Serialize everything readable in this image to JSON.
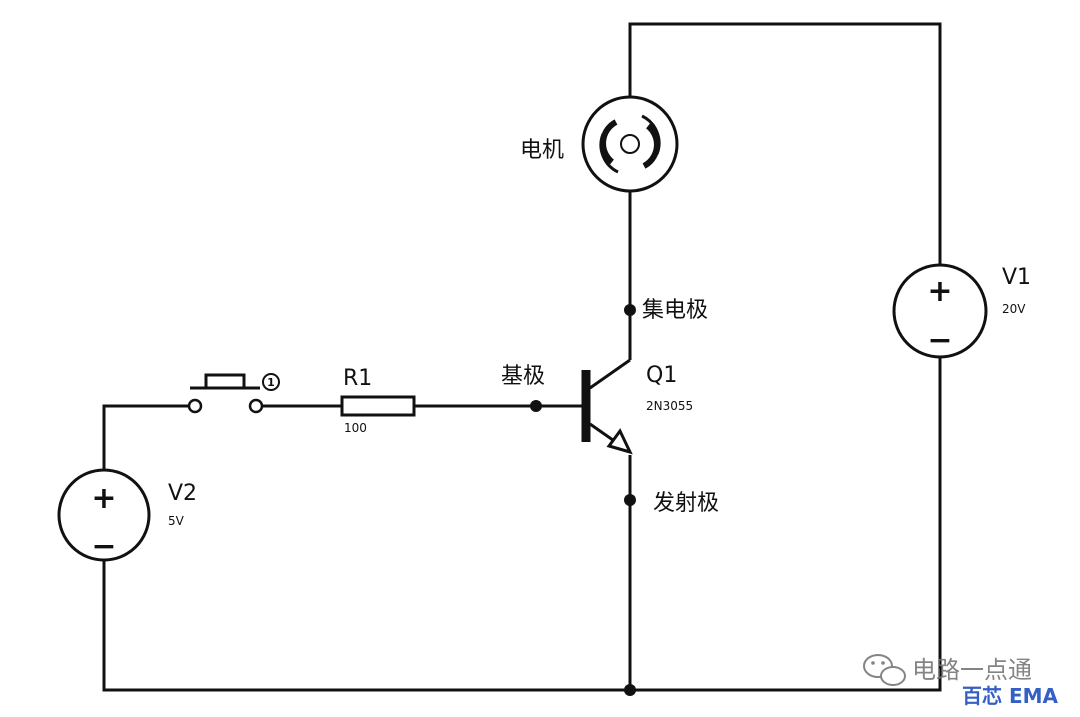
{
  "labels": {
    "motor": "电机",
    "collector": "集电极",
    "base": "基极",
    "emitter": "发射极"
  },
  "components": {
    "r1": {
      "name": "R1",
      "value": "100"
    },
    "q1": {
      "name": "Q1",
      "model": "2N3055"
    },
    "v1": {
      "name": "V1",
      "value": "20V",
      "plus": "+",
      "minus": "−"
    },
    "v2": {
      "name": "V2",
      "value": "5V",
      "plus": "+",
      "minus": "−"
    },
    "switch": {
      "marker": "1"
    }
  },
  "watermark": {
    "text": "电路一点通",
    "brand": "百芯 EMA"
  }
}
